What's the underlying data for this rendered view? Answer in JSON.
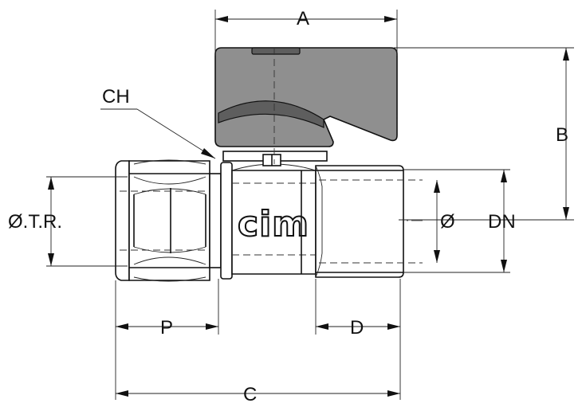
{
  "labels": {
    "a": "A",
    "b": "B",
    "c": "C",
    "d": "D",
    "p": "P",
    "ch": "CH",
    "otr": "Ø.T.R.",
    "o": "Ø",
    "dn": "DN"
  },
  "brand": "cim"
}
